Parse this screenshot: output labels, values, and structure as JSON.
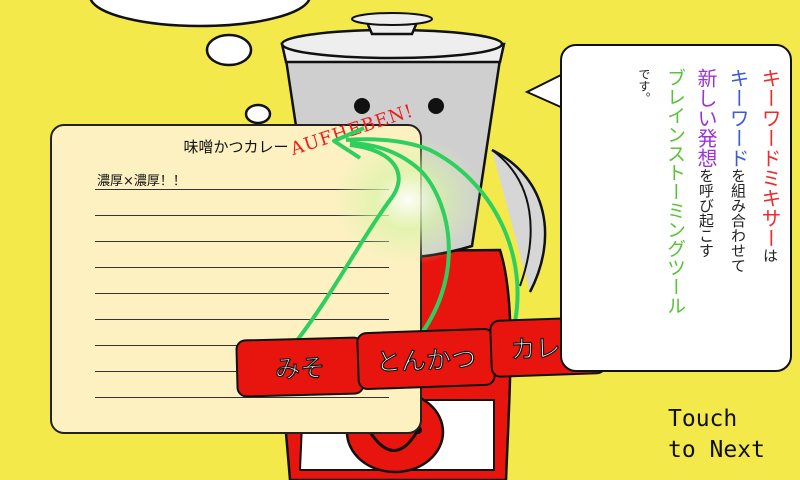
{
  "note": {
    "title": "味噌かつカレー",
    "entries": [
      "濃厚×濃厚！！"
    ]
  },
  "stamp": "AUFHEBEN!",
  "keyword_cards": [
    "みそ",
    "とんかつ",
    "カレー"
  ],
  "speech": {
    "line1": "キーワードミキサー",
    "line1_suffix": "は",
    "line2_a": "キーワード",
    "line2_b": "を組み合わせて",
    "line3_a": "新しい発想",
    "line3_b": "を呼び起こす",
    "line4": "ブレインストーミングツール",
    "line5": "です。"
  },
  "prompt": {
    "line1": "Touch",
    "line2": "to Next"
  },
  "colors": {
    "background": "#f4e94a",
    "card": "#e8150f",
    "mixer_body": "#cfcfcf",
    "mixer_base": "#e8150f",
    "arrow": "#2fcf5f",
    "accent_red": "#ee2a2a",
    "accent_purple": "#9b34d6",
    "accent_blue": "#3a5bd8",
    "accent_green": "#58c236"
  }
}
